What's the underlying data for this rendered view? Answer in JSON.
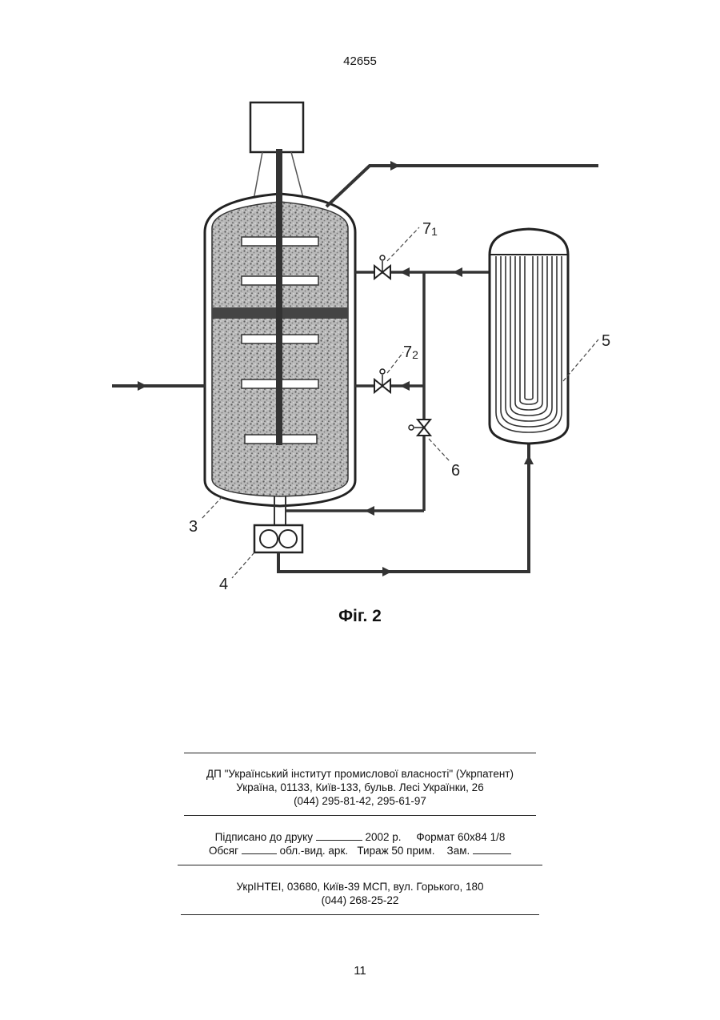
{
  "header": {
    "patent_number": "42655"
  },
  "figure": {
    "caption": "Фіг. 2",
    "labels": {
      "valve_71_main": "7",
      "valve_71_sub": "1",
      "valve_72_main": "7",
      "valve_72_sub": "2",
      "heat_exchanger": "5",
      "valve_6": "6",
      "reactor": "3",
      "pump": "4"
    }
  },
  "imprint": {
    "publisher_line1": "ДП \"Український інститут промислової власності\" (Укрпатент)",
    "publisher_line2": "Україна, 01133, Київ-133, бульв. Лесі Українки, 26",
    "publisher_line3": "(044) 295-81-42, 295-61-97",
    "signed_prefix": "Підписано до друку",
    "signed_year": "2002 р.",
    "format": "Формат 60х84 1/8",
    "volume_prefix": "Обсяг",
    "volume_unit": "обл.-вид. арк.",
    "print_run": "Тираж 50 прим.",
    "order_prefix": "Зам.",
    "printer_line1": "УкрІНТЕІ, 03680, Київ-39 МСП, вул. Горького, 180",
    "printer_line2": "(044) 268-25-22"
  },
  "footer": {
    "page_number": "11"
  }
}
